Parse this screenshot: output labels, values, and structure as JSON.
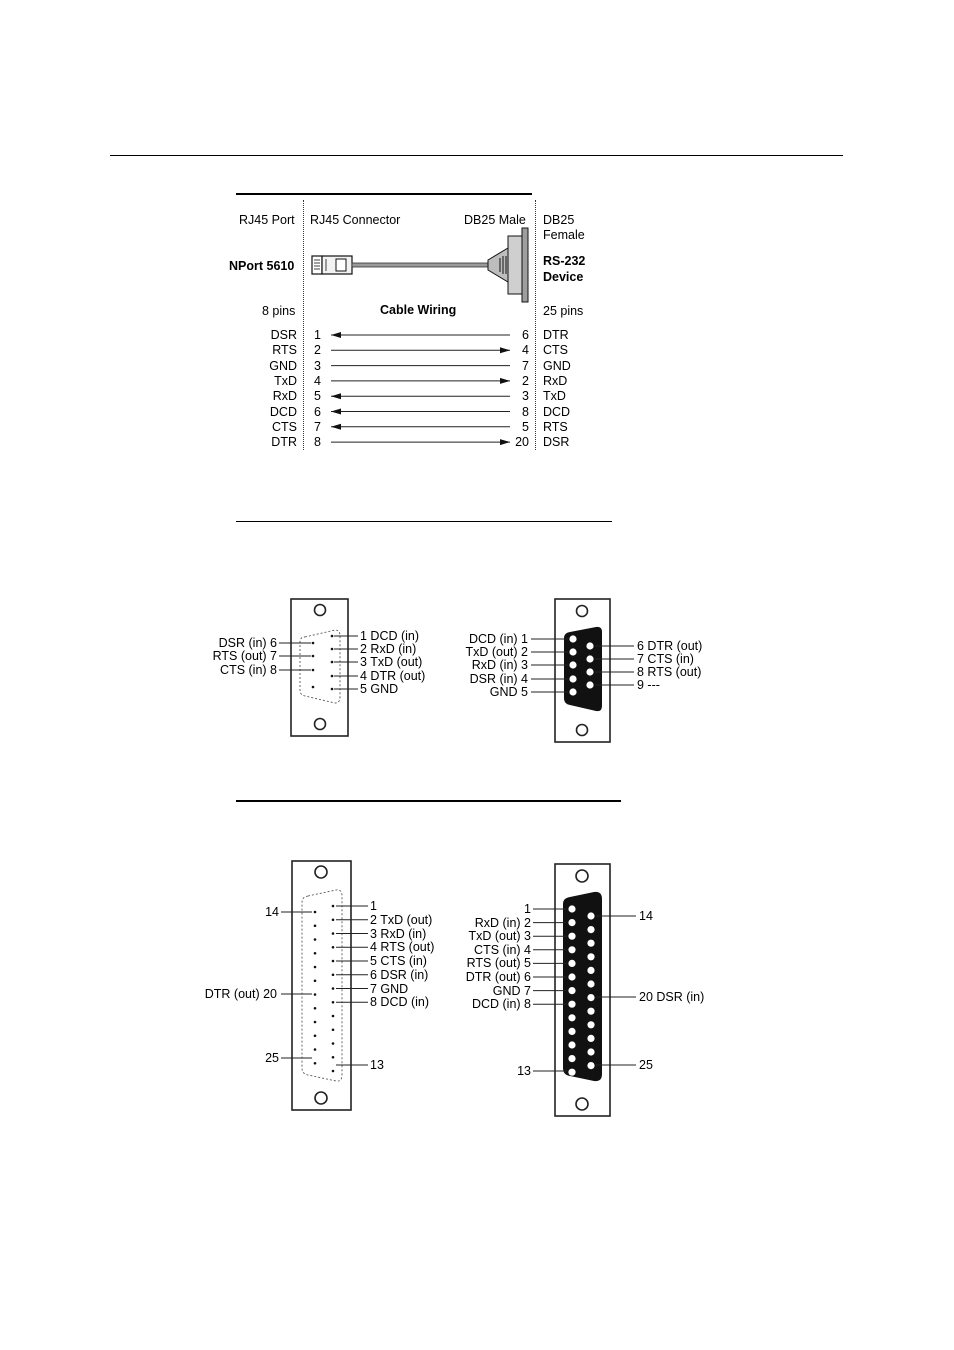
{
  "wiring": {
    "headers": {
      "rj45_port": "RJ45 Port",
      "rj45_connector": "RJ45 Connector",
      "db25_male": "DB25 Male",
      "db25_female_1": "DB25",
      "db25_female_2": "Female"
    },
    "nport_label": "NPort 5610",
    "device_1": "RS-232",
    "device_2": "Device",
    "pins_left": "8 pins",
    "cable_wiring": "Cable Wiring",
    "pins_right": "25 pins",
    "rows": [
      {
        "left_sig": "DSR",
        "left_pin": "1",
        "right_pin": "6",
        "right_sig": "DTR",
        "dir": "left"
      },
      {
        "left_sig": "RTS",
        "left_pin": "2",
        "right_pin": "4",
        "right_sig": "CTS",
        "dir": "right"
      },
      {
        "left_sig": "GND",
        "left_pin": "3",
        "right_pin": "7",
        "right_sig": "GND",
        "dir": "none"
      },
      {
        "left_sig": "TxD",
        "left_pin": "4",
        "right_pin": "2",
        "right_sig": "RxD",
        "dir": "right"
      },
      {
        "left_sig": "RxD",
        "left_pin": "5",
        "right_pin": "3",
        "right_sig": "TxD",
        "dir": "left"
      },
      {
        "left_sig": "DCD",
        "left_pin": "6",
        "right_pin": "8",
        "right_sig": "DCD",
        "dir": "left"
      },
      {
        "left_sig": "CTS",
        "left_pin": "7",
        "right_pin": "5",
        "right_sig": "RTS",
        "dir": "left"
      },
      {
        "left_sig": "DTR",
        "left_pin": "8",
        "right_pin": "20",
        "right_sig": "DSR",
        "dir": "right"
      }
    ]
  },
  "db9_female": {
    "left": [
      "DSR (in) 6",
      "RTS (out) 7",
      "CTS (in) 8"
    ],
    "right": [
      "1 DCD (in)",
      "2 RxD (in)",
      "3 TxD (out)",
      "4 DTR (out)",
      "5 GND"
    ]
  },
  "db9_male": {
    "left": [
      "DCD (in) 1",
      "TxD (out) 2",
      "RxD (in) 3",
      "DSR (in) 4",
      "GND 5"
    ],
    "right": [
      "6 DTR (out)",
      "7 CTS (in)",
      "8 RTS (out)",
      "9 ---"
    ]
  },
  "db25_female": {
    "left_top": "14",
    "left_mid": "DTR (out) 20",
    "left_bottom": "25",
    "right": [
      "1",
      "2 TxD (out)",
      "3 RxD (in)",
      "4 RTS (out)",
      "5 CTS (in)",
      "6 DSR (in)",
      "7 GND",
      "8 DCD (in)"
    ],
    "right_bottom": "13"
  },
  "db25_male": {
    "left": [
      "1",
      "RxD (in) 2",
      "TxD (out) 3",
      "CTS (in) 4",
      "RTS (out) 5",
      "DTR (out) 6",
      "GND 7",
      "DCD (in) 8"
    ],
    "left_bottom": "13",
    "right_top": "14",
    "right_mid": "20 DSR (in)",
    "right_bottom": "25"
  }
}
